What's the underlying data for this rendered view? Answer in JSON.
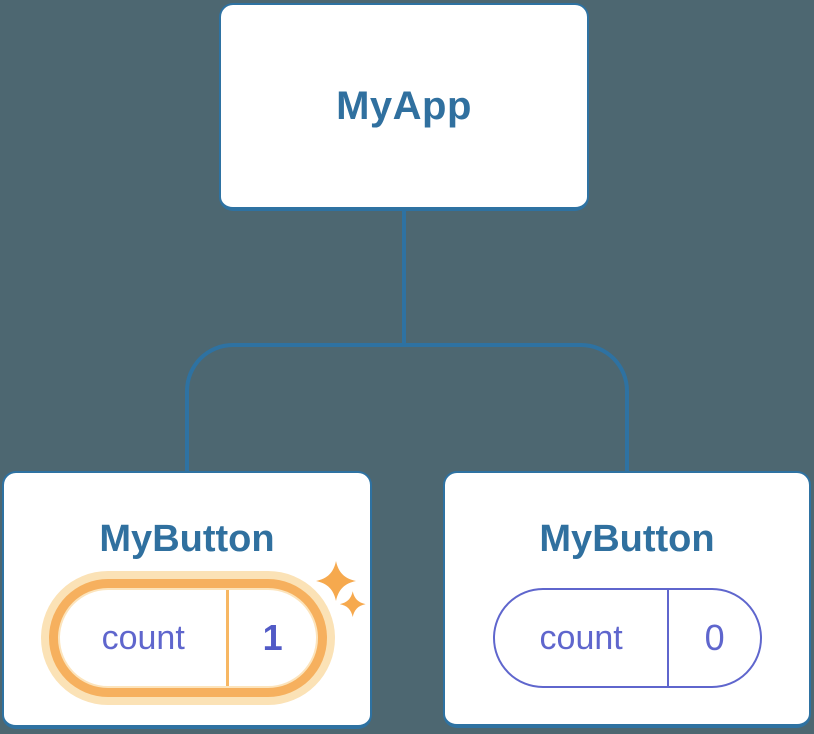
{
  "diagram": {
    "root": {
      "label": "MyApp"
    },
    "children": [
      {
        "label": "MyButton",
        "state": {
          "name": "count",
          "value": "1"
        },
        "highlighted": true,
        "sparkles": true
      },
      {
        "label": "MyButton",
        "state": {
          "name": "count",
          "value": "0"
        },
        "highlighted": false,
        "sparkles": false
      }
    ]
  },
  "colors": {
    "background": "#4d6771",
    "node_border": "#2e72a2",
    "node_label_text": "#30709f",
    "state_text": "#5f66cd",
    "state_value_highlighted": "#515ac6",
    "highlight_ring": "#f6b05e",
    "highlight_glow": "#fbe2b6",
    "highlight_divider": "#f7b763",
    "sparkle": "#f6a94e"
  }
}
